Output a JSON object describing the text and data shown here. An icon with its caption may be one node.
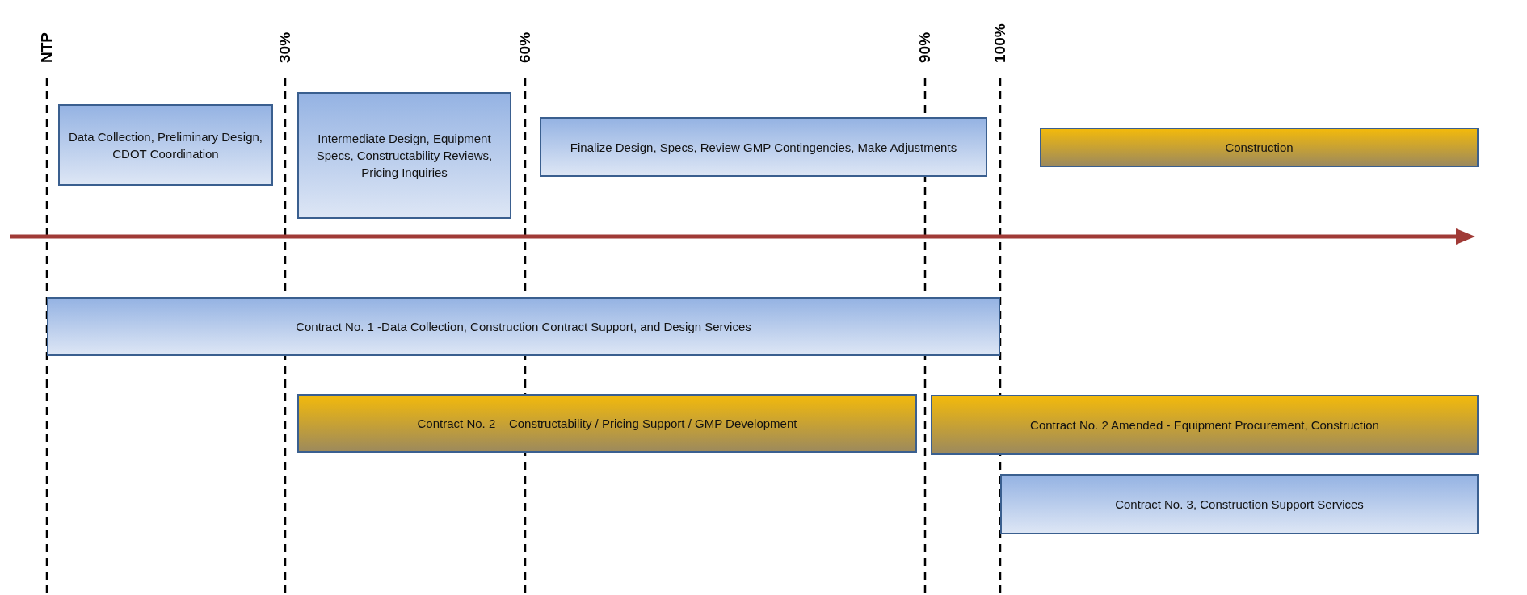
{
  "diagram": {
    "nodes": [
      {
        "text": [
          "Data Collection, Preliminary Design, CDOT Coordination"
        ]
      },
      {
        "text": [
          "Intermediate Design, Equipment Specs, Constructability Reviews, Pricing Inquiries"
        ]
      },
      {
        "text": [
          "Finalize Design, Specs, Review GMP Contingencies, Make Adjustments"
        ]
      },
      {
        "text": [
          "Construction"
        ]
      },
      {
        "text": [
          "Contract No. 1 -Data Collection, Construction Contract Support, and Design Services"
        ]
      },
      {
        "text": [
          "Contract No. 2 – Constructability / Pricing Support / GMP Development"
        ]
      },
      {
        "text": [
          "Contract No. 2 Amended - Equipment Procurement, Construction"
        ]
      },
      {
        "text": [
          "Contract No. 3, Construction Support Services"
        ]
      }
    ],
    "edges": [],
    "labels": [
      "NTP",
      "30%",
      "60%",
      "90%",
      "100%"
    ]
  }
}
